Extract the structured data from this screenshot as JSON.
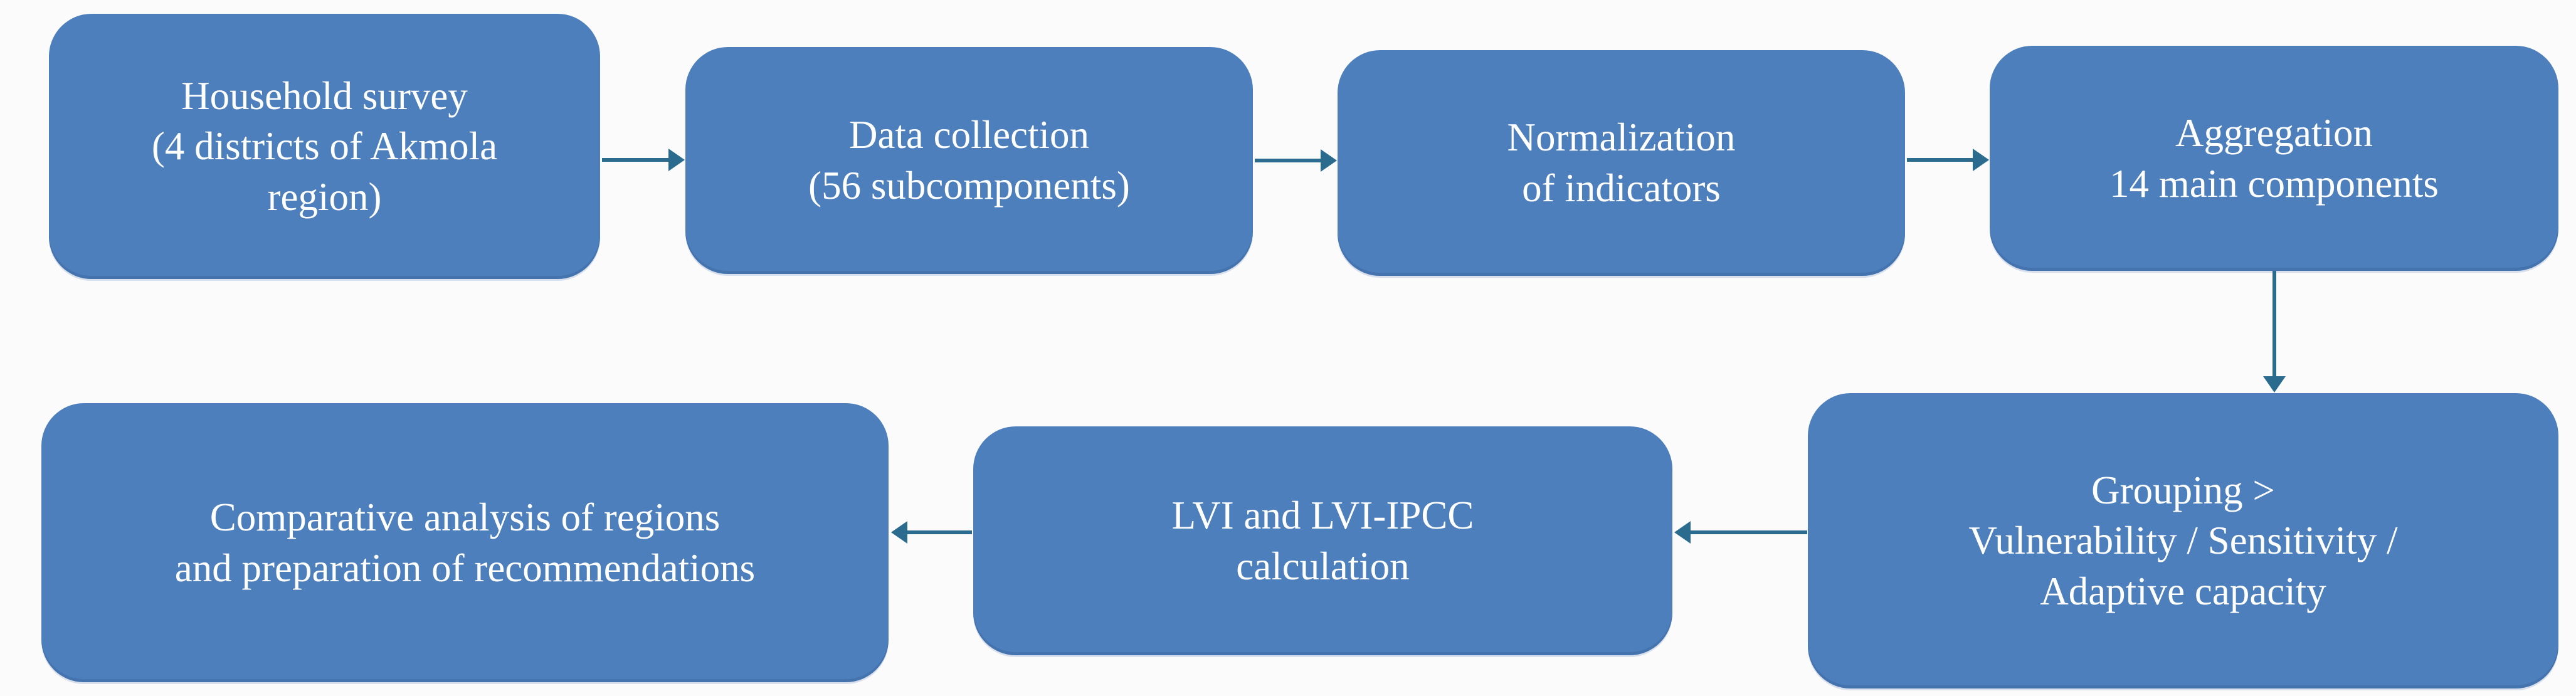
{
  "diagram": {
    "colors": {
      "background": "#fbfbfb",
      "node_fill": "#4d7fbc",
      "node_text": "#ffffff",
      "arrow": "#2a6b8e"
    },
    "nodes": [
      {
        "id": "household-survey",
        "text": "Household survey\n(4 districts of Akmola\nregion)"
      },
      {
        "id": "data-collection",
        "text": "Data collection\n(56 subcomponents)"
      },
      {
        "id": "normalization",
        "text": "Normalization\nof indicators"
      },
      {
        "id": "aggregation",
        "text": "Aggregation\n14 main components"
      },
      {
        "id": "grouping",
        "text": "Grouping >\nVulnerability / Sensitivity /\nAdaptive capacity"
      },
      {
        "id": "lvi-calculation",
        "text": "LVI and LVI-IPCC\ncalculation"
      },
      {
        "id": "comparative-analysis",
        "text": "Comparative analysis of regions\nand preparation of recommendations"
      }
    ],
    "arrows": [
      {
        "from": "household-survey",
        "to": "data-collection",
        "direction": "right"
      },
      {
        "from": "data-collection",
        "to": "normalization",
        "direction": "right"
      },
      {
        "from": "normalization",
        "to": "aggregation",
        "direction": "right"
      },
      {
        "from": "aggregation",
        "to": "grouping",
        "direction": "down"
      },
      {
        "from": "grouping",
        "to": "lvi-calculation",
        "direction": "left"
      },
      {
        "from": "lvi-calculation",
        "to": "comparative-analysis",
        "direction": "left"
      }
    ]
  }
}
